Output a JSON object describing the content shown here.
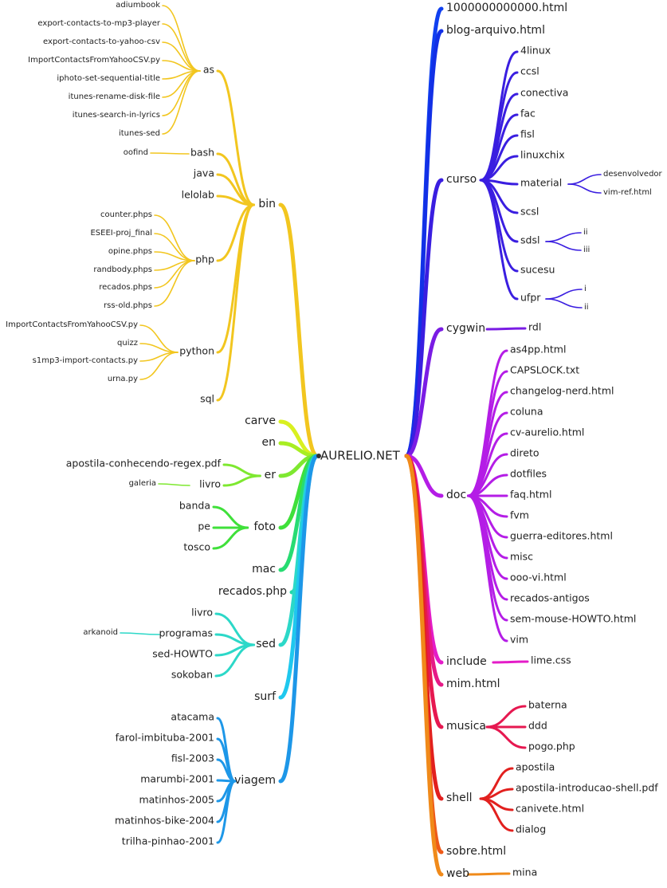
{
  "root": {
    "label": "AURELIO.NET"
  },
  "left": [
    {
      "label": "bin",
      "color": "#f2c61f",
      "children": [
        {
          "label": "as",
          "children": [
            {
              "label": "adiumbook"
            },
            {
              "label": "export-contacts-to-mp3-player"
            },
            {
              "label": "export-contacts-to-yahoo-csv"
            },
            {
              "label": "ImportContactsFromYahooCSV.py"
            },
            {
              "label": "iphoto-set-sequential-title"
            },
            {
              "label": "itunes-rename-disk-file"
            },
            {
              "label": "itunes-search-in-lyrics"
            },
            {
              "label": "itunes-sed"
            }
          ]
        },
        {
          "label": "bash",
          "children": [
            {
              "label": "oofind"
            }
          ]
        },
        {
          "label": "java"
        },
        {
          "label": "lelolab"
        },
        {
          "label": "php",
          "children": [
            {
              "label": "counter.phps"
            },
            {
              "label": "ESEEI-proj_final"
            },
            {
              "label": "opine.phps"
            },
            {
              "label": "randbody.phps"
            },
            {
              "label": "recados.phps"
            },
            {
              "label": "rss-old.phps"
            }
          ]
        },
        {
          "label": "python",
          "children": [
            {
              "label": "ImportContactsFromYahooCSV.py"
            },
            {
              "label": "quizz"
            },
            {
              "label": "s1mp3-import-contacts.py"
            },
            {
              "label": "urna.py"
            }
          ]
        },
        {
          "label": "sql"
        }
      ]
    },
    {
      "label": "carve",
      "color": "#d9f020",
      "children": []
    },
    {
      "label": "en",
      "color": "#a8ee22",
      "children": []
    },
    {
      "label": "er",
      "color": "#7ee830",
      "children": [
        {
          "label": "apostila-conhecendo-regex.pdf"
        },
        {
          "label": "livro",
          "children": [
            {
              "label": "galeria"
            }
          ]
        }
      ]
    },
    {
      "label": "foto",
      "color": "#3fe03a",
      "children": [
        {
          "label": "banda"
        },
        {
          "label": "pe"
        },
        {
          "label": "tosco"
        }
      ]
    },
    {
      "label": "mac",
      "color": "#27dc72",
      "children": []
    },
    {
      "label": "recados.php",
      "color": "#22d9a8",
      "children": []
    },
    {
      "label": "sed",
      "color": "#2cd8c8",
      "children": [
        {
          "label": "livro"
        },
        {
          "label": "programas",
          "children": [
            {
              "label": "arkanoid"
            }
          ]
        },
        {
          "label": "sed-HOWTO"
        },
        {
          "label": "sokoban"
        }
      ]
    },
    {
      "label": "surf",
      "color": "#1fc8ee",
      "children": []
    },
    {
      "label": "viagem",
      "color": "#1d97e8",
      "children": [
        {
          "label": "atacama"
        },
        {
          "label": "farol-imbituba-2001"
        },
        {
          "label": "fisl-2003"
        },
        {
          "label": "marumbi-2001"
        },
        {
          "label": "matinhos-2005"
        },
        {
          "label": "matinhos-bike-2004"
        },
        {
          "label": "trilha-pinhao-2001"
        }
      ]
    }
  ],
  "right": [
    {
      "label": "1000000000000.html",
      "color": "#1040f0",
      "children": []
    },
    {
      "label": "blog-arquivo.html",
      "color": "#1230e6",
      "children": []
    },
    {
      "label": "curso",
      "color": "#3a1ee0",
      "children": [
        {
          "label": "4linux"
        },
        {
          "label": "ccsl"
        },
        {
          "label": "conectiva"
        },
        {
          "label": "fac"
        },
        {
          "label": "fisl"
        },
        {
          "label": "linuxchix"
        },
        {
          "label": "material",
          "children": [
            {
              "label": "desenvolvedor"
            },
            {
              "label": "vim-ref.html"
            }
          ]
        },
        {
          "label": "scsl"
        },
        {
          "label": "sdsl",
          "children": [
            {
              "label": "ii"
            },
            {
              "label": "iii"
            }
          ]
        },
        {
          "label": "sucesu"
        },
        {
          "label": "ufpr",
          "children": [
            {
              "label": "i"
            },
            {
              "label": "ii"
            }
          ]
        }
      ]
    },
    {
      "label": "cygwin",
      "color": "#7a1ce4",
      "children": [
        {
          "label": "rdl"
        }
      ]
    },
    {
      "label": "doc",
      "color": "#b41de6",
      "children": [
        {
          "label": "as4pp.html"
        },
        {
          "label": "CAPSLOCK.txt"
        },
        {
          "label": "changelog-nerd.html"
        },
        {
          "label": "coluna"
        },
        {
          "label": "cv-aurelio.html"
        },
        {
          "label": "direto"
        },
        {
          "label": "dotfiles"
        },
        {
          "label": "faq.html"
        },
        {
          "label": "fvm"
        },
        {
          "label": "guerra-editores.html"
        },
        {
          "label": "misc"
        },
        {
          "label": "ooo-vi.html"
        },
        {
          "label": "recados-antigos"
        },
        {
          "label": "sem-mouse-HOWTO.html"
        },
        {
          "label": "vim"
        }
      ]
    },
    {
      "label": "include",
      "color": "#e41cc8",
      "children": [
        {
          "label": "lime.css"
        }
      ]
    },
    {
      "label": "mim.html",
      "color": "#e61a86",
      "children": []
    },
    {
      "label": "musica",
      "color": "#e61850",
      "children": [
        {
          "label": "baterna"
        },
        {
          "label": "ddd"
        },
        {
          "label": "pogo.php"
        }
      ]
    },
    {
      "label": "shell",
      "color": "#e2201e",
      "children": [
        {
          "label": "apostila"
        },
        {
          "label": "apostila-introducao-shell.pdf"
        },
        {
          "label": "canivete.html"
        },
        {
          "label": "dialog"
        }
      ]
    },
    {
      "label": "sobre.html",
      "color": "#ee5a18",
      "children": []
    },
    {
      "label": "web",
      "color": "#f08a1a",
      "children": [
        {
          "label": "mina"
        }
      ]
    }
  ]
}
